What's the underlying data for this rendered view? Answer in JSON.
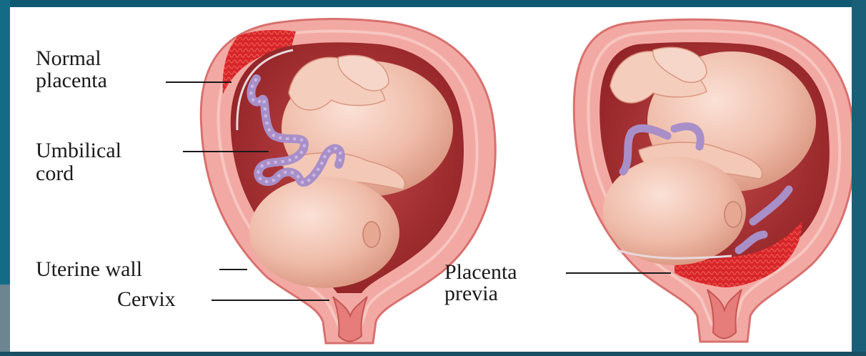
{
  "labels": {
    "normal_placenta": [
      "Normal",
      "placenta"
    ],
    "umbilical_cord": [
      "Umbilical",
      "cord"
    ],
    "uterine_wall": "Uterine wall",
    "cervix": "Cervix",
    "placenta_previa": [
      "Placenta",
      "previa"
    ]
  },
  "colors": {
    "frame": "#14607a",
    "uterine_wall": "#f3a9a3",
    "uterine_wall_outline": "#d8716f",
    "cavity": "#a9302e",
    "placenta": "#d2262a",
    "fetus_skin": "#f1c3b2",
    "umbilical_cord": "#a98fc8"
  },
  "icons": [
    "normal-placenta-uterus-illustration",
    "placenta-previa-uterus-illustration"
  ]
}
